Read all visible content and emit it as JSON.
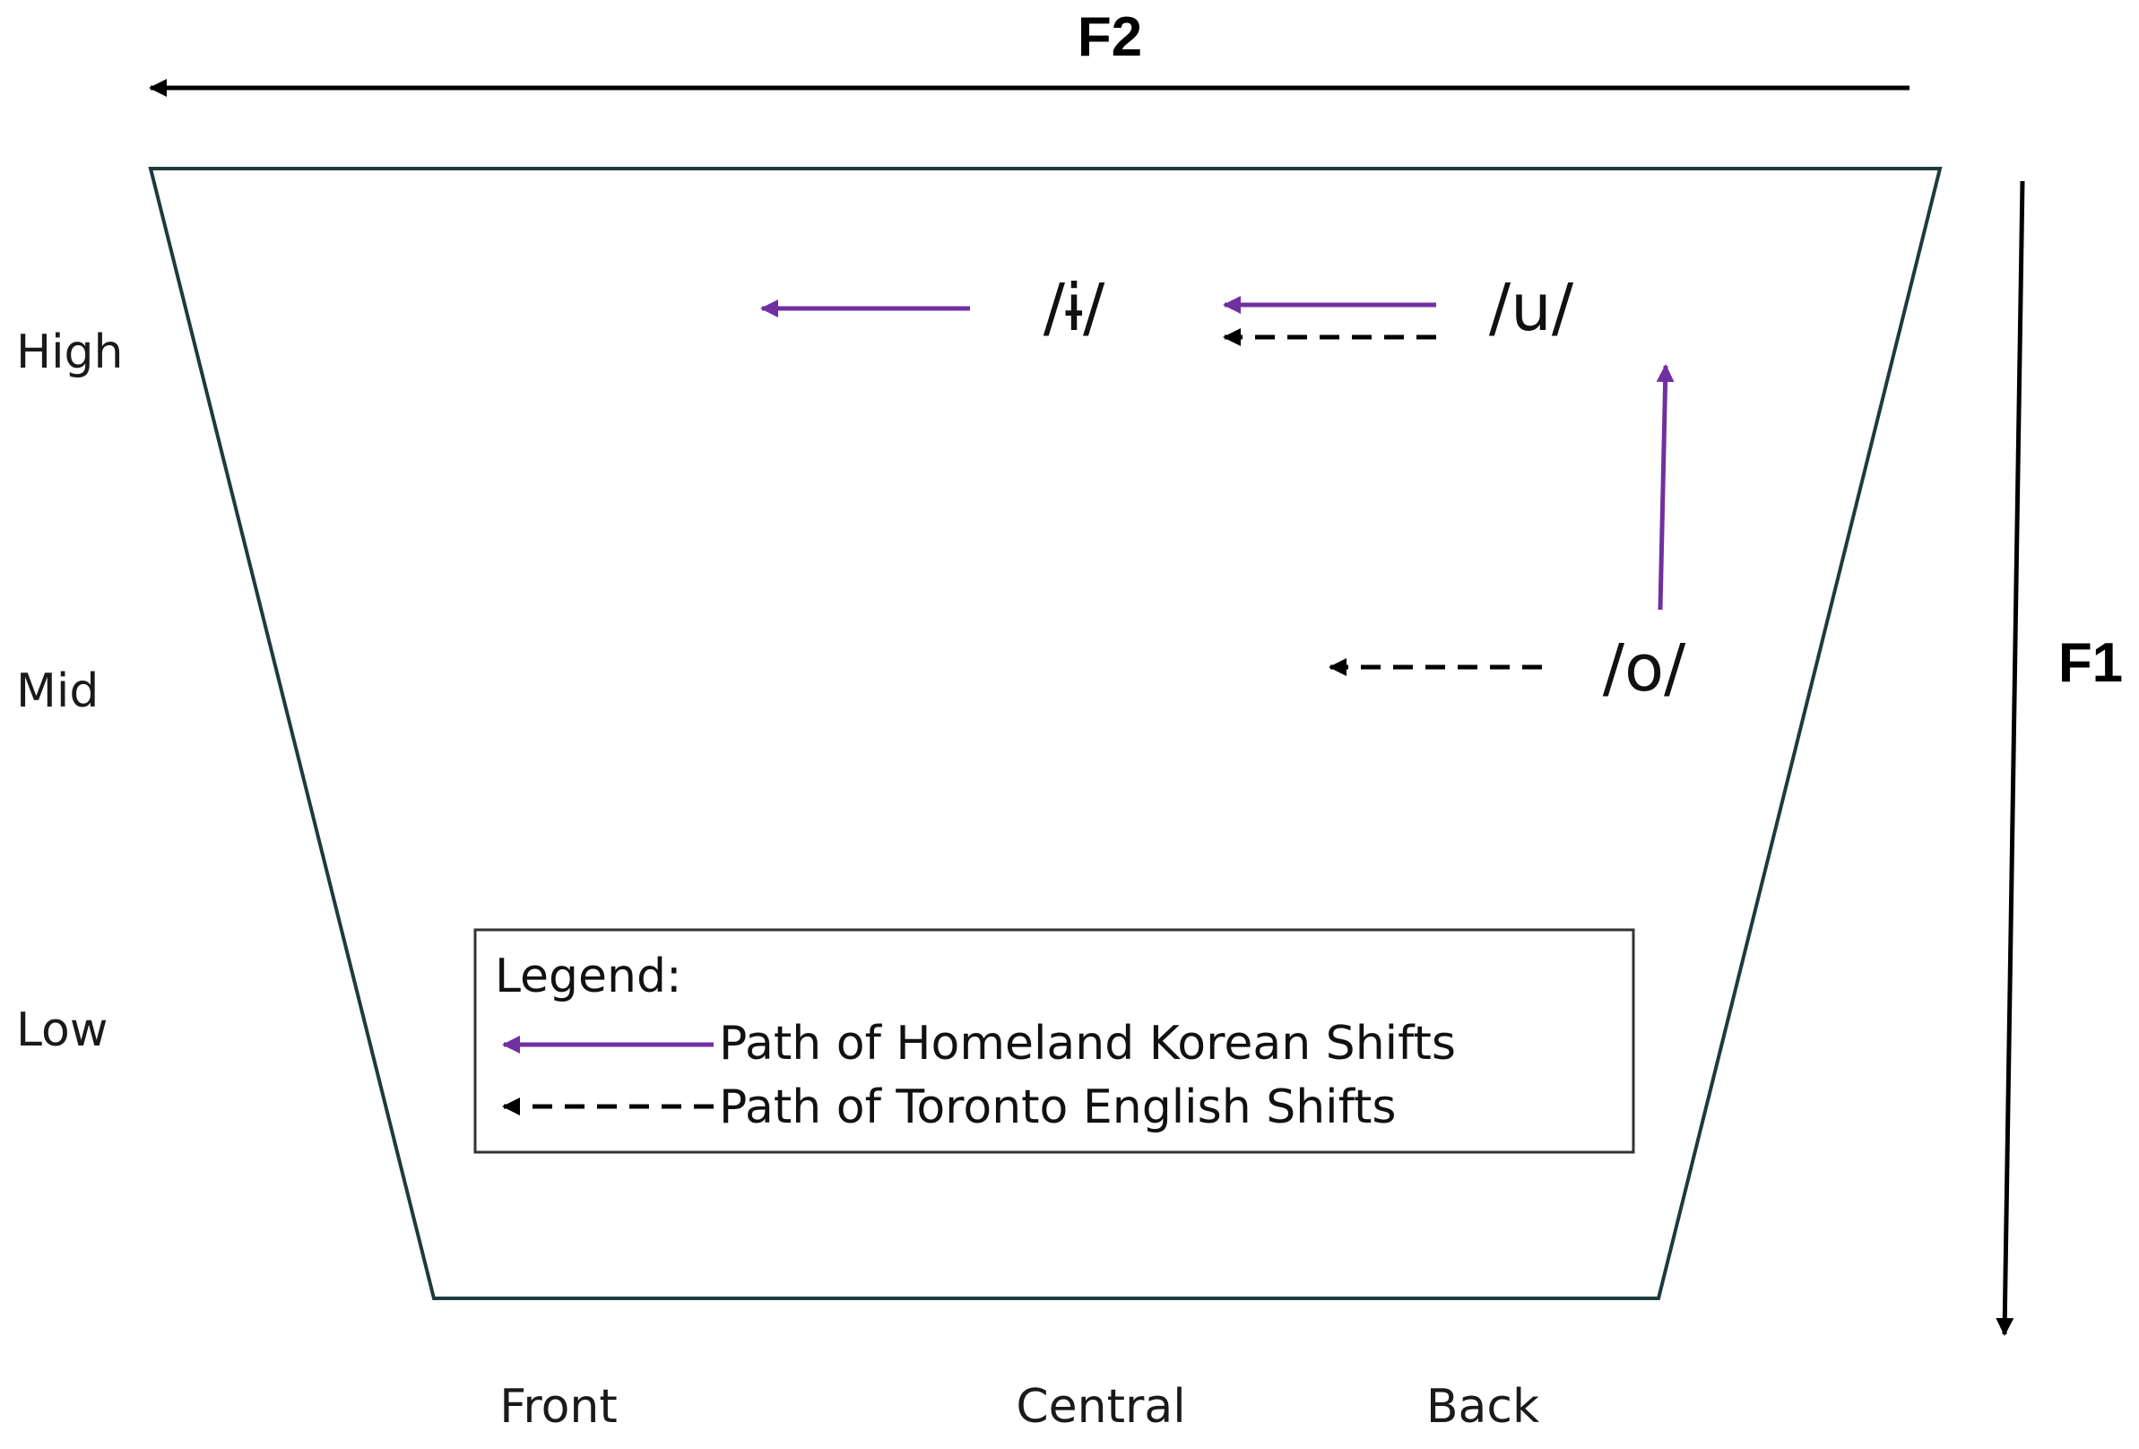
{
  "axes": {
    "horizontal_title": "F2",
    "vertical_title": "F1"
  },
  "height_labels": {
    "high": "High",
    "mid": "Mid",
    "low": "Low"
  },
  "backness_labels": {
    "front": "Front",
    "central": "Central",
    "back": "Back"
  },
  "vowels": {
    "i_bar": "/ɨ/",
    "u": "/u/",
    "o": "/o/"
  },
  "legend": {
    "title": "Legend:",
    "homeland": "Path of Homeland Korean Shifts",
    "toronto": "Path of Toronto English Shifts"
  },
  "colors": {
    "homeland_arrow": "#7030a0",
    "toronto_arrow": "#000000",
    "trapezoid_outline": "#1f3a3d"
  }
}
